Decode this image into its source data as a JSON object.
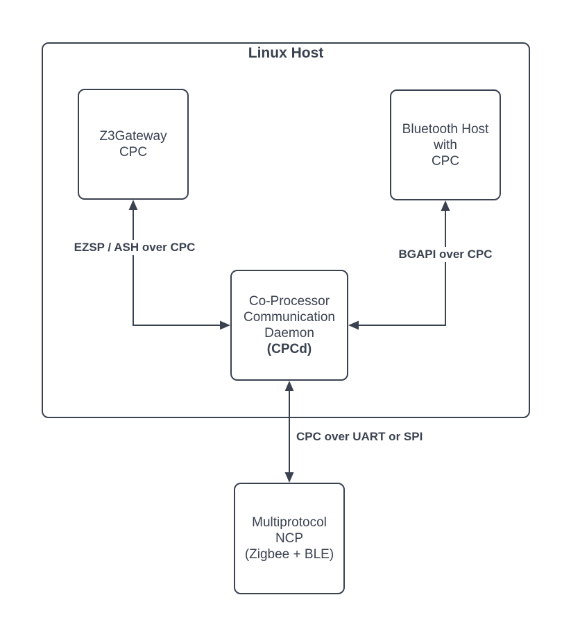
{
  "diagram": {
    "container_label": "Linux Host",
    "nodes": {
      "z3gateway": {
        "lines": [
          "Z3Gateway",
          "CPC"
        ]
      },
      "bluetooth_host": {
        "lines": [
          "Bluetooth Host",
          "with",
          "CPC"
        ]
      },
      "cpcd": {
        "lines": [
          "Co-Processor",
          "Communication",
          "Daemon"
        ],
        "bold_line": "(CPCd)"
      },
      "multiprotocol_ncp": {
        "lines": [
          "Multiprotocol",
          "NCP",
          "(Zigbee + BLE)"
        ]
      }
    },
    "edge_labels": {
      "ezsp": "EZSP / ASH over CPC",
      "bgapi": "BGAPI over CPC",
      "cpc_transport": "CPC over UART or SPI"
    },
    "colors": {
      "stroke": "#3A4250",
      "background": "#FFFFFF"
    }
  }
}
